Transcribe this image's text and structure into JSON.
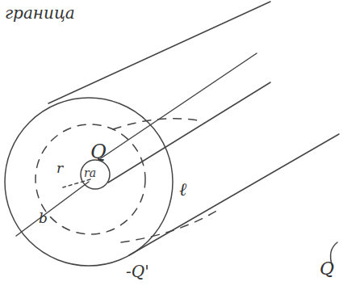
{
  "diagram": {
    "labels": [
      "граница",
      "Q",
      "r",
      "ra",
      "b",
      "ℓ",
      "-Q'",
      "Q"
    ]
  }
}
